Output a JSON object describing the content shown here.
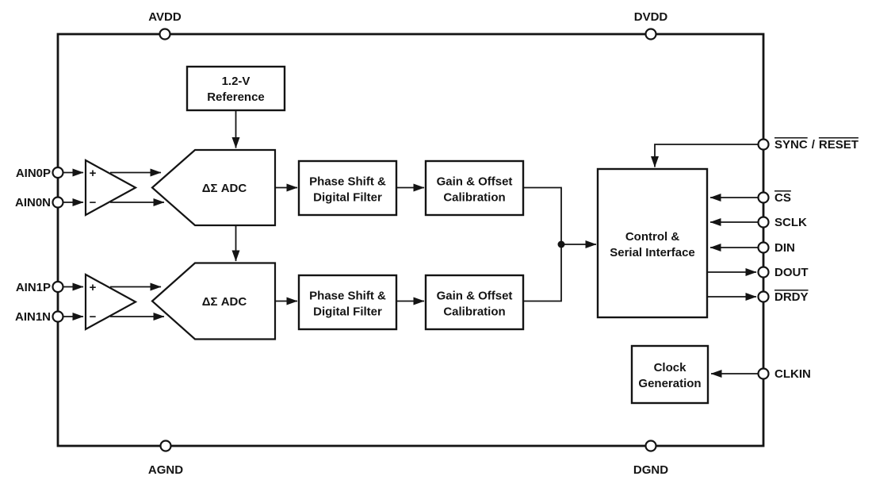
{
  "diagram_title": "ADC functional block diagram",
  "colors": {
    "ink": "#141414",
    "background": "#ffffff"
  },
  "pins": {
    "avdd": "AVDD",
    "dvdd": "DVDD",
    "agnd": "AGND",
    "dgnd": "DGND",
    "ain0p": "AIN0P",
    "ain0n": "AIN0N",
    "ain1p": "AIN1P",
    "ain1n": "AIN1N",
    "sync": "SYNC",
    "sync_separator": "/",
    "reset": "RESET",
    "cs": "CS",
    "sclk": "SCLK",
    "din": "DIN",
    "dout": "DOUT",
    "drdy": "DRDY",
    "clkin": "CLKIN"
  },
  "blocks": {
    "reference": {
      "line1": "1.2-V",
      "line2": "Reference"
    },
    "adc0": {
      "label": "ΔΣ ADC"
    },
    "adc1": {
      "label": "ΔΣ ADC"
    },
    "phase0": {
      "line1": "Phase Shift &",
      "line2": "Digital Filter"
    },
    "phase1": {
      "line1": "Phase Shift &",
      "line2": "Digital Filter"
    },
    "gain0": {
      "line1": "Gain & Offset",
      "line2": "Calibration"
    },
    "gain1": {
      "line1": "Gain & Offset",
      "line2": "Calibration"
    },
    "control": {
      "line1": "Control &",
      "line2": "Serial Interface"
    },
    "clock": {
      "line1": "Clock",
      "line2": "Generation"
    }
  },
  "opamps": {
    "plus": "+",
    "minus": "−"
  }
}
